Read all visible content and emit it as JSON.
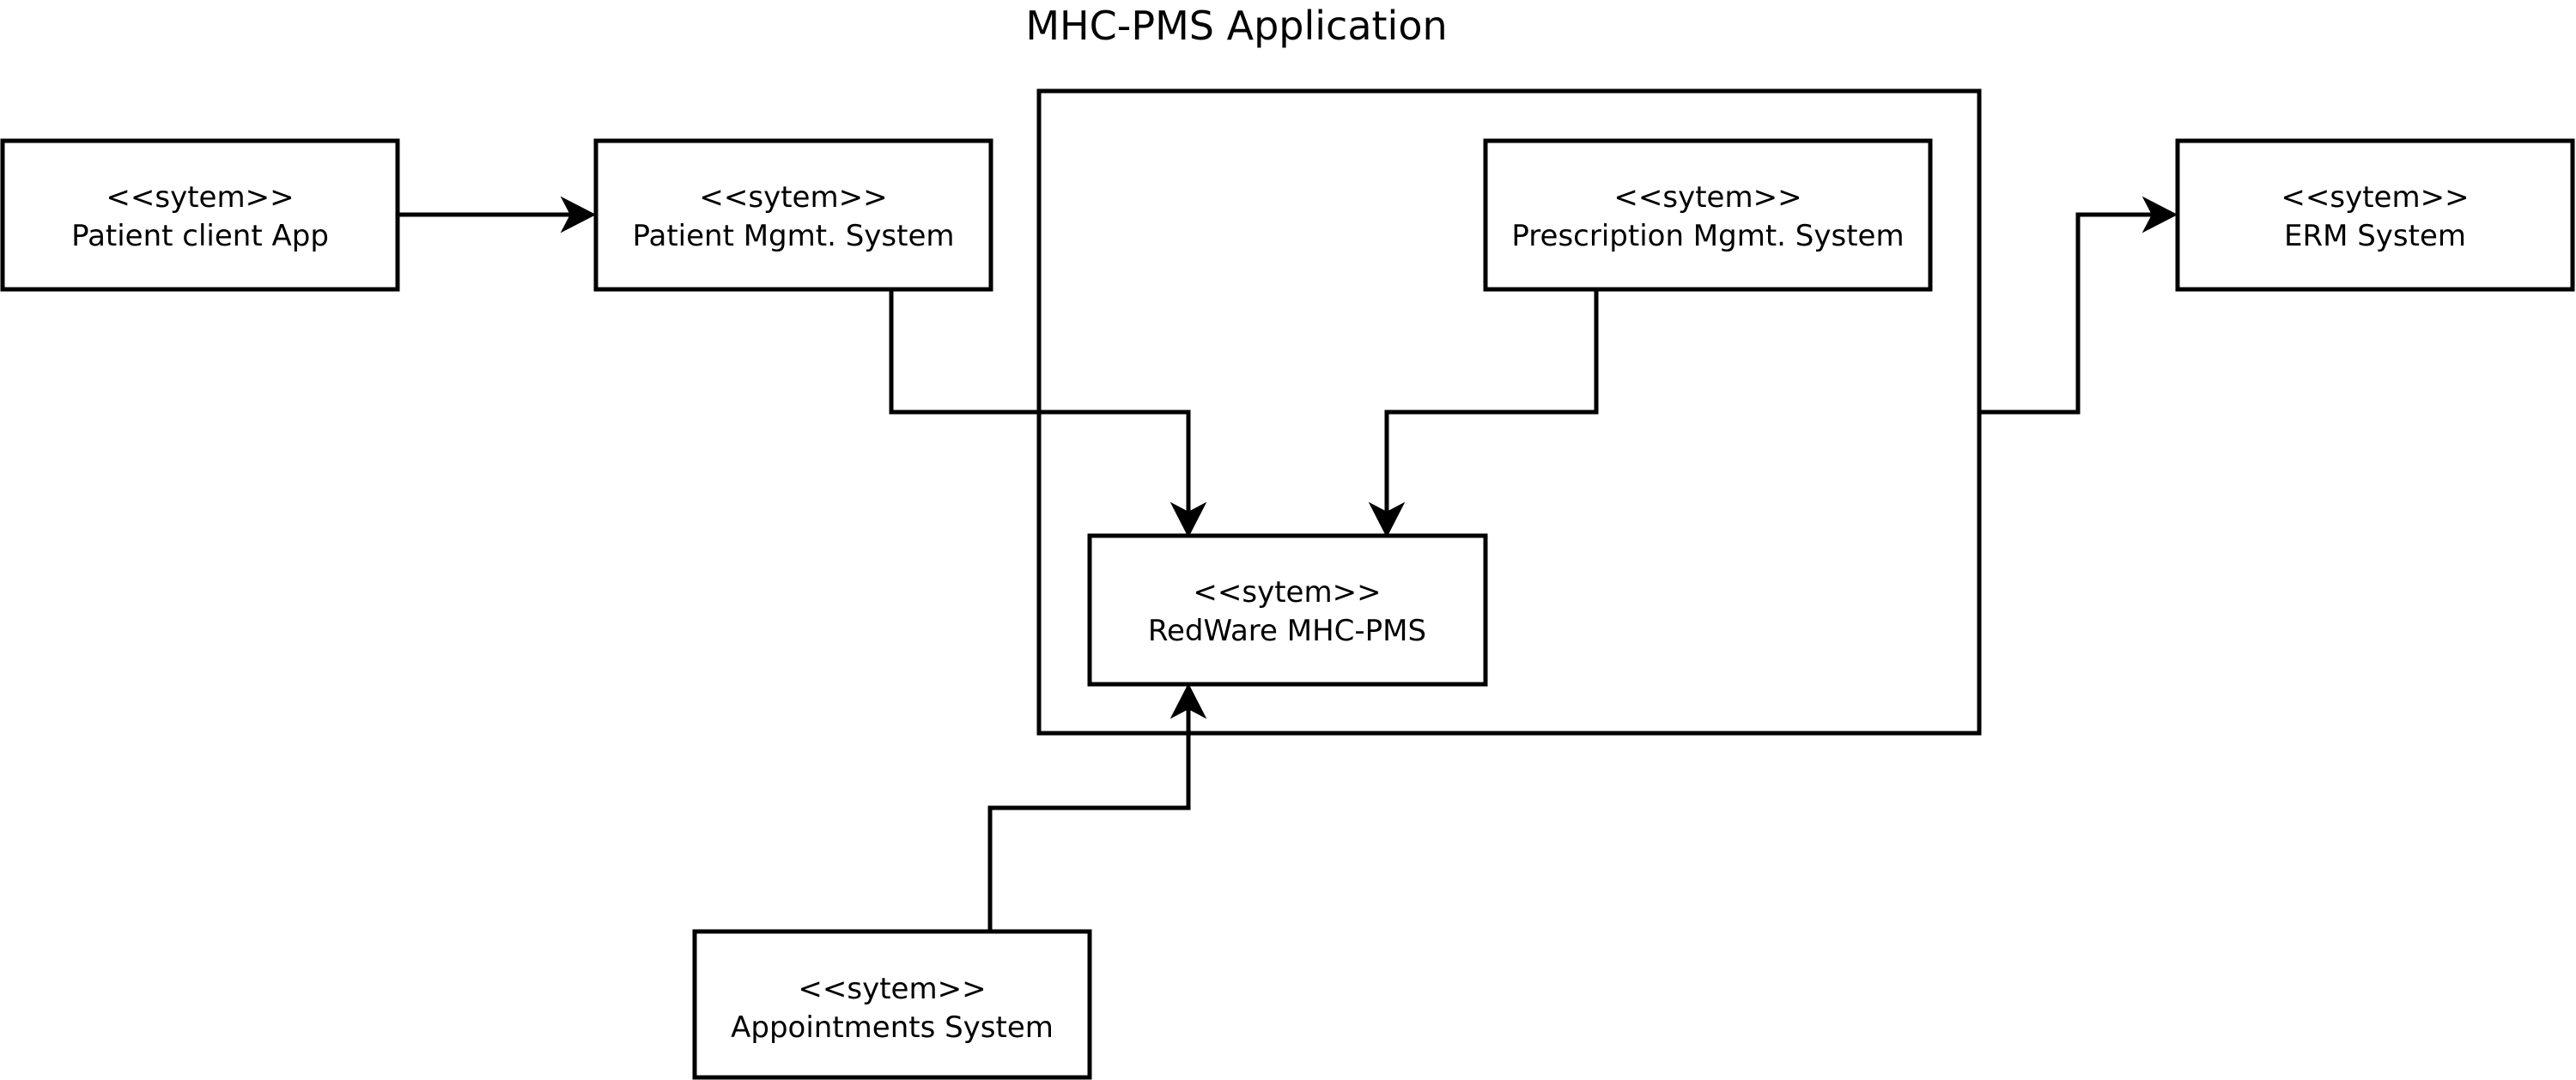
{
  "diagram": {
    "title": "MHC-PMS Application",
    "stereotype": "<<sytem>>",
    "nodes": {
      "patient_client_app": {
        "stereotype": "<<sytem>>",
        "name": "Patient client App"
      },
      "patient_mgmt_system": {
        "stereotype": "<<sytem>>",
        "name": "Patient Mgmt. System"
      },
      "prescription_mgmt_system": {
        "stereotype": "<<sytem>>",
        "name": "Prescription Mgmt. System"
      },
      "erm_system": {
        "stereotype": "<<sytem>>",
        "name": "ERM System"
      },
      "redware_mhc_pms": {
        "stereotype": "<<sytem>>",
        "name": "RedWare MHC-PMS"
      },
      "appointments_system": {
        "stereotype": "<<sytem>>",
        "name": "Appointments System"
      }
    },
    "edges": [
      {
        "from": "Patient client App",
        "to": "Patient Mgmt. System"
      },
      {
        "from": "Patient Mgmt. System",
        "to": "RedWare MHC-PMS"
      },
      {
        "from": "Prescription Mgmt. System",
        "to": "RedWare MHC-PMS"
      },
      {
        "from": "MHC-PMS Application",
        "to": "ERM System"
      },
      {
        "from": "Appointments System",
        "to": "RedWare MHC-PMS"
      }
    ]
  }
}
